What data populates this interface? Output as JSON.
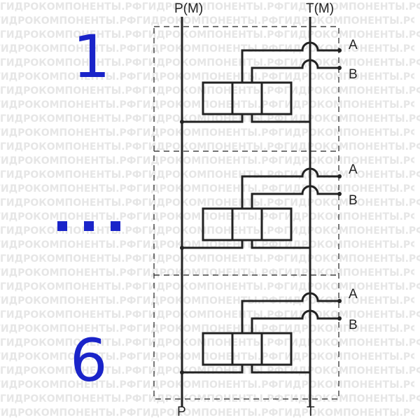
{
  "watermark": "ГИДРОКОМПОНЕНТЫ.РФ",
  "labels": {
    "p_top": "P(M)",
    "t_top": "T(M)",
    "p_bottom": "P",
    "t_bottom": "T",
    "port_a": "A",
    "port_b": "B"
  },
  "section_numbers": {
    "first": "1",
    "last": "6"
  },
  "colors": {
    "line": "#222222",
    "accent": "#1a24c9",
    "watermark": "#e6e6e6"
  }
}
